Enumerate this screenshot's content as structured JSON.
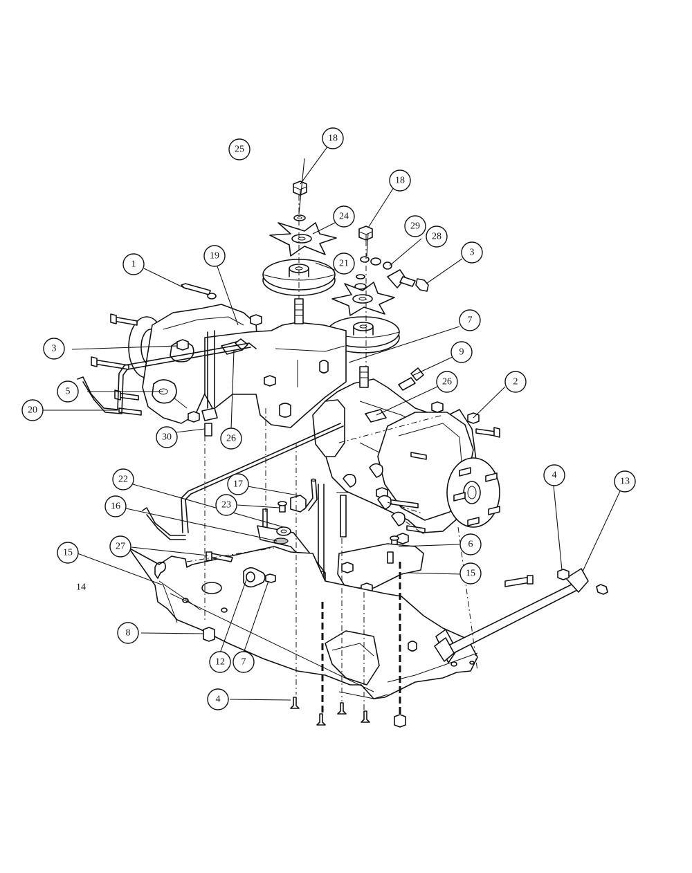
{
  "callouts": [
    {
      "id": "c25",
      "label": "25"
    },
    {
      "id": "c18a",
      "label": "18"
    },
    {
      "id": "c18b",
      "label": "18"
    },
    {
      "id": "c24",
      "label": "24"
    },
    {
      "id": "c21",
      "label": "21"
    },
    {
      "id": "c29",
      "label": "29"
    },
    {
      "id": "c28",
      "label": "28"
    },
    {
      "id": "c3a",
      "label": "3"
    },
    {
      "id": "c1",
      "label": "1"
    },
    {
      "id": "c19",
      "label": "19"
    },
    {
      "id": "c3b",
      "label": "3"
    },
    {
      "id": "c7a",
      "label": "7"
    },
    {
      "id": "c9",
      "label": "9"
    },
    {
      "id": "c26a",
      "label": "26"
    },
    {
      "id": "c2",
      "label": "2"
    },
    {
      "id": "c5",
      "label": "5"
    },
    {
      "id": "c20",
      "label": "20"
    },
    {
      "id": "c30",
      "label": "30"
    },
    {
      "id": "c26b",
      "label": "26"
    },
    {
      "id": "c22",
      "label": "22"
    },
    {
      "id": "c17",
      "label": "17"
    },
    {
      "id": "c23",
      "label": "23"
    },
    {
      "id": "c16",
      "label": "16"
    },
    {
      "id": "c4a",
      "label": "4"
    },
    {
      "id": "c13",
      "label": "13"
    },
    {
      "id": "c27",
      "label": "27"
    },
    {
      "id": "c6",
      "label": "6"
    },
    {
      "id": "c15a",
      "label": "15"
    },
    {
      "id": "c15b",
      "label": "15"
    },
    {
      "id": "c8",
      "label": "8"
    },
    {
      "id": "c12",
      "label": "12"
    },
    {
      "id": "c7b",
      "label": "7"
    },
    {
      "id": "c4b",
      "label": "4"
    }
  ],
  "plain_labels": [
    {
      "id": "l14",
      "label": "14"
    }
  ]
}
